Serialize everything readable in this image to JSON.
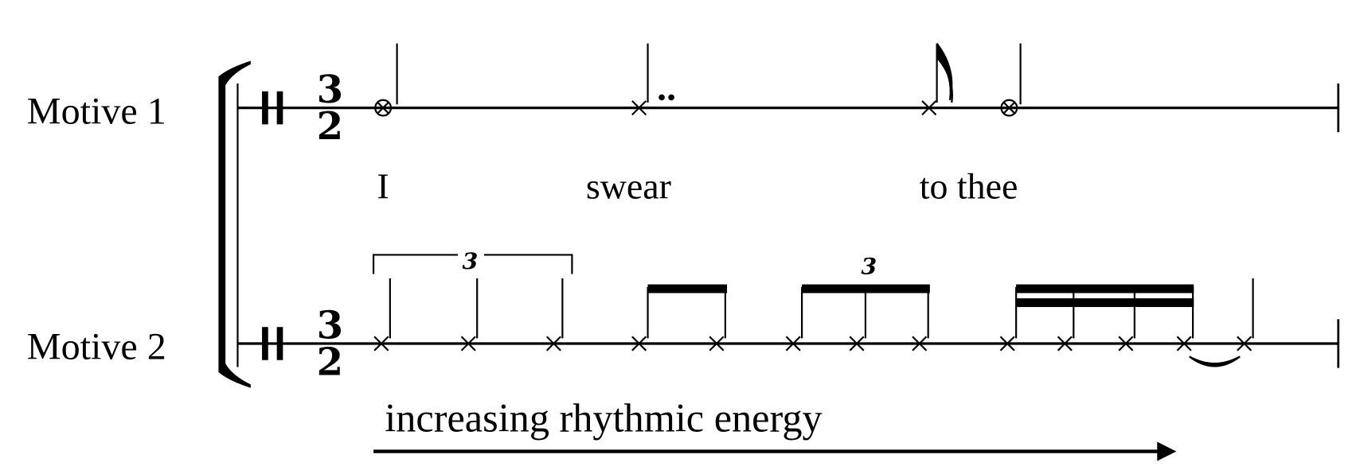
{
  "staves": [
    {
      "label": "Motive 1",
      "time_signature": {
        "top": "3",
        "bottom": "2"
      }
    },
    {
      "label": "Motive 2",
      "time_signature": {
        "top": "3",
        "bottom": "2"
      }
    }
  ],
  "lyrics": [
    "I",
    "swear",
    "to thee"
  ],
  "tuplets": [
    "3",
    "3"
  ],
  "annotation": "increasing rhythmic energy",
  "colors": {
    "ink": "#000000",
    "background": "#ffffff"
  }
}
